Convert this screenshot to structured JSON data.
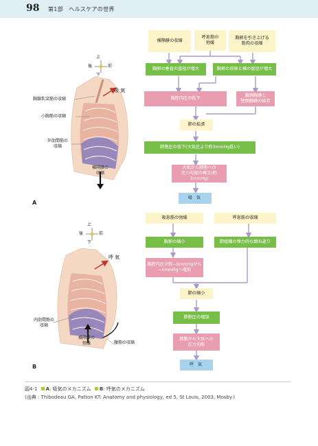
{
  "header": {
    "page_number": "98",
    "chapter": "第1部　ヘルスケアの世界"
  },
  "panel_a": {
    "letter": "A",
    "compass": {
      "up": "上",
      "down": "下",
      "back": "後",
      "front": "前"
    },
    "labels": {
      "breath": "吸 気",
      "scm": "胸鎖乳突筋の収縮",
      "minor_pec": "小胸筋の収縮",
      "ext_intercostal": "外肋間筋の\n収縮",
      "diaphragm": "横隔膜の\n収縮"
    },
    "flow": {
      "top": [
        "横隔膜の収縮",
        "呼息筋の\n弛緩",
        "胸郭を引き上げる\n筋肉の収縮"
      ],
      "row2": [
        "胸郭の垂直の直径が増大",
        "胸郭の前後と横の直径が増大"
      ],
      "row3": [
        "胸腔内圧の低下",
        "臓側胸膜と\n壁側胸膜の結合"
      ],
      "lung_expand": "肺の拡張",
      "alveolar": "肺胞圧の低下(大気圧より約3mmHg低い)",
      "gradient": "大気から肺胞への\n圧力勾配の確立(約3mmHg)",
      "result": "吸 気"
    }
  },
  "panel_b": {
    "letter": "B",
    "compass": {
      "up": "上",
      "down": "下",
      "back": "後",
      "front": "前"
    },
    "labels": {
      "breath": "呼 気",
      "int_intercostal": "内肋間筋の\n収縮",
      "diaphragm_relax": "横隔膜の\n弛緩",
      "abdominal": "腹筋の収縮"
    },
    "flow": {
      "top": [
        "吸息筋の弛緩",
        "呼息筋の収縮"
      ],
      "row2": [
        "胸郭の縮小",
        "肺組織の弾力的な跳ね返り"
      ],
      "pressure": "胸腔内圧が約−6mmHgから\n−4mmHgへ増加",
      "lung_shrink": "肺の縮小",
      "alveolar": "肺胞圧の増加",
      "gradient": "肺胞から大気への\n圧力勾配",
      "result": "呼 気"
    }
  },
  "caption": {
    "figure_no": "図4-1",
    "a_key": "A",
    "a_text": ": 吸気のメカニズム",
    "b_key": "B",
    "b_text": ": 呼気のメカニズム",
    "source": "(出典 : Thibodeau GA, Patton KT: Anatomy and physiology, ed 5, St Louis, 2003, Mosby.)"
  }
}
